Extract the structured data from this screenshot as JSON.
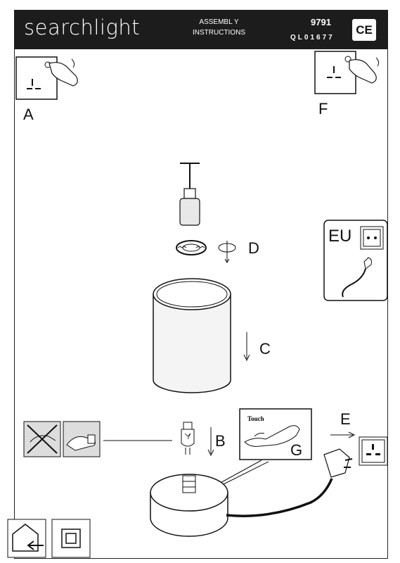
{
  "header": {
    "brand": "searchlight",
    "assembly_line1": "ASSEMBL Y",
    "assembly_line2": "INSTRUCTIONS",
    "code1": "9791",
    "code2": "QL01677",
    "ce_mark": "CE"
  },
  "steps": {
    "a": "A",
    "b": "B",
    "c": "C",
    "d": "D",
    "e": "E",
    "f": "F",
    "g": "G"
  },
  "eu_label": "EU",
  "touch_label": "Touch",
  "icons": [
    "socket-icon",
    "hand-icon",
    "plug-icon",
    "house-icon",
    "double-insulation-icon",
    "no-touch-bulb-icon",
    "bulb-icon"
  ]
}
